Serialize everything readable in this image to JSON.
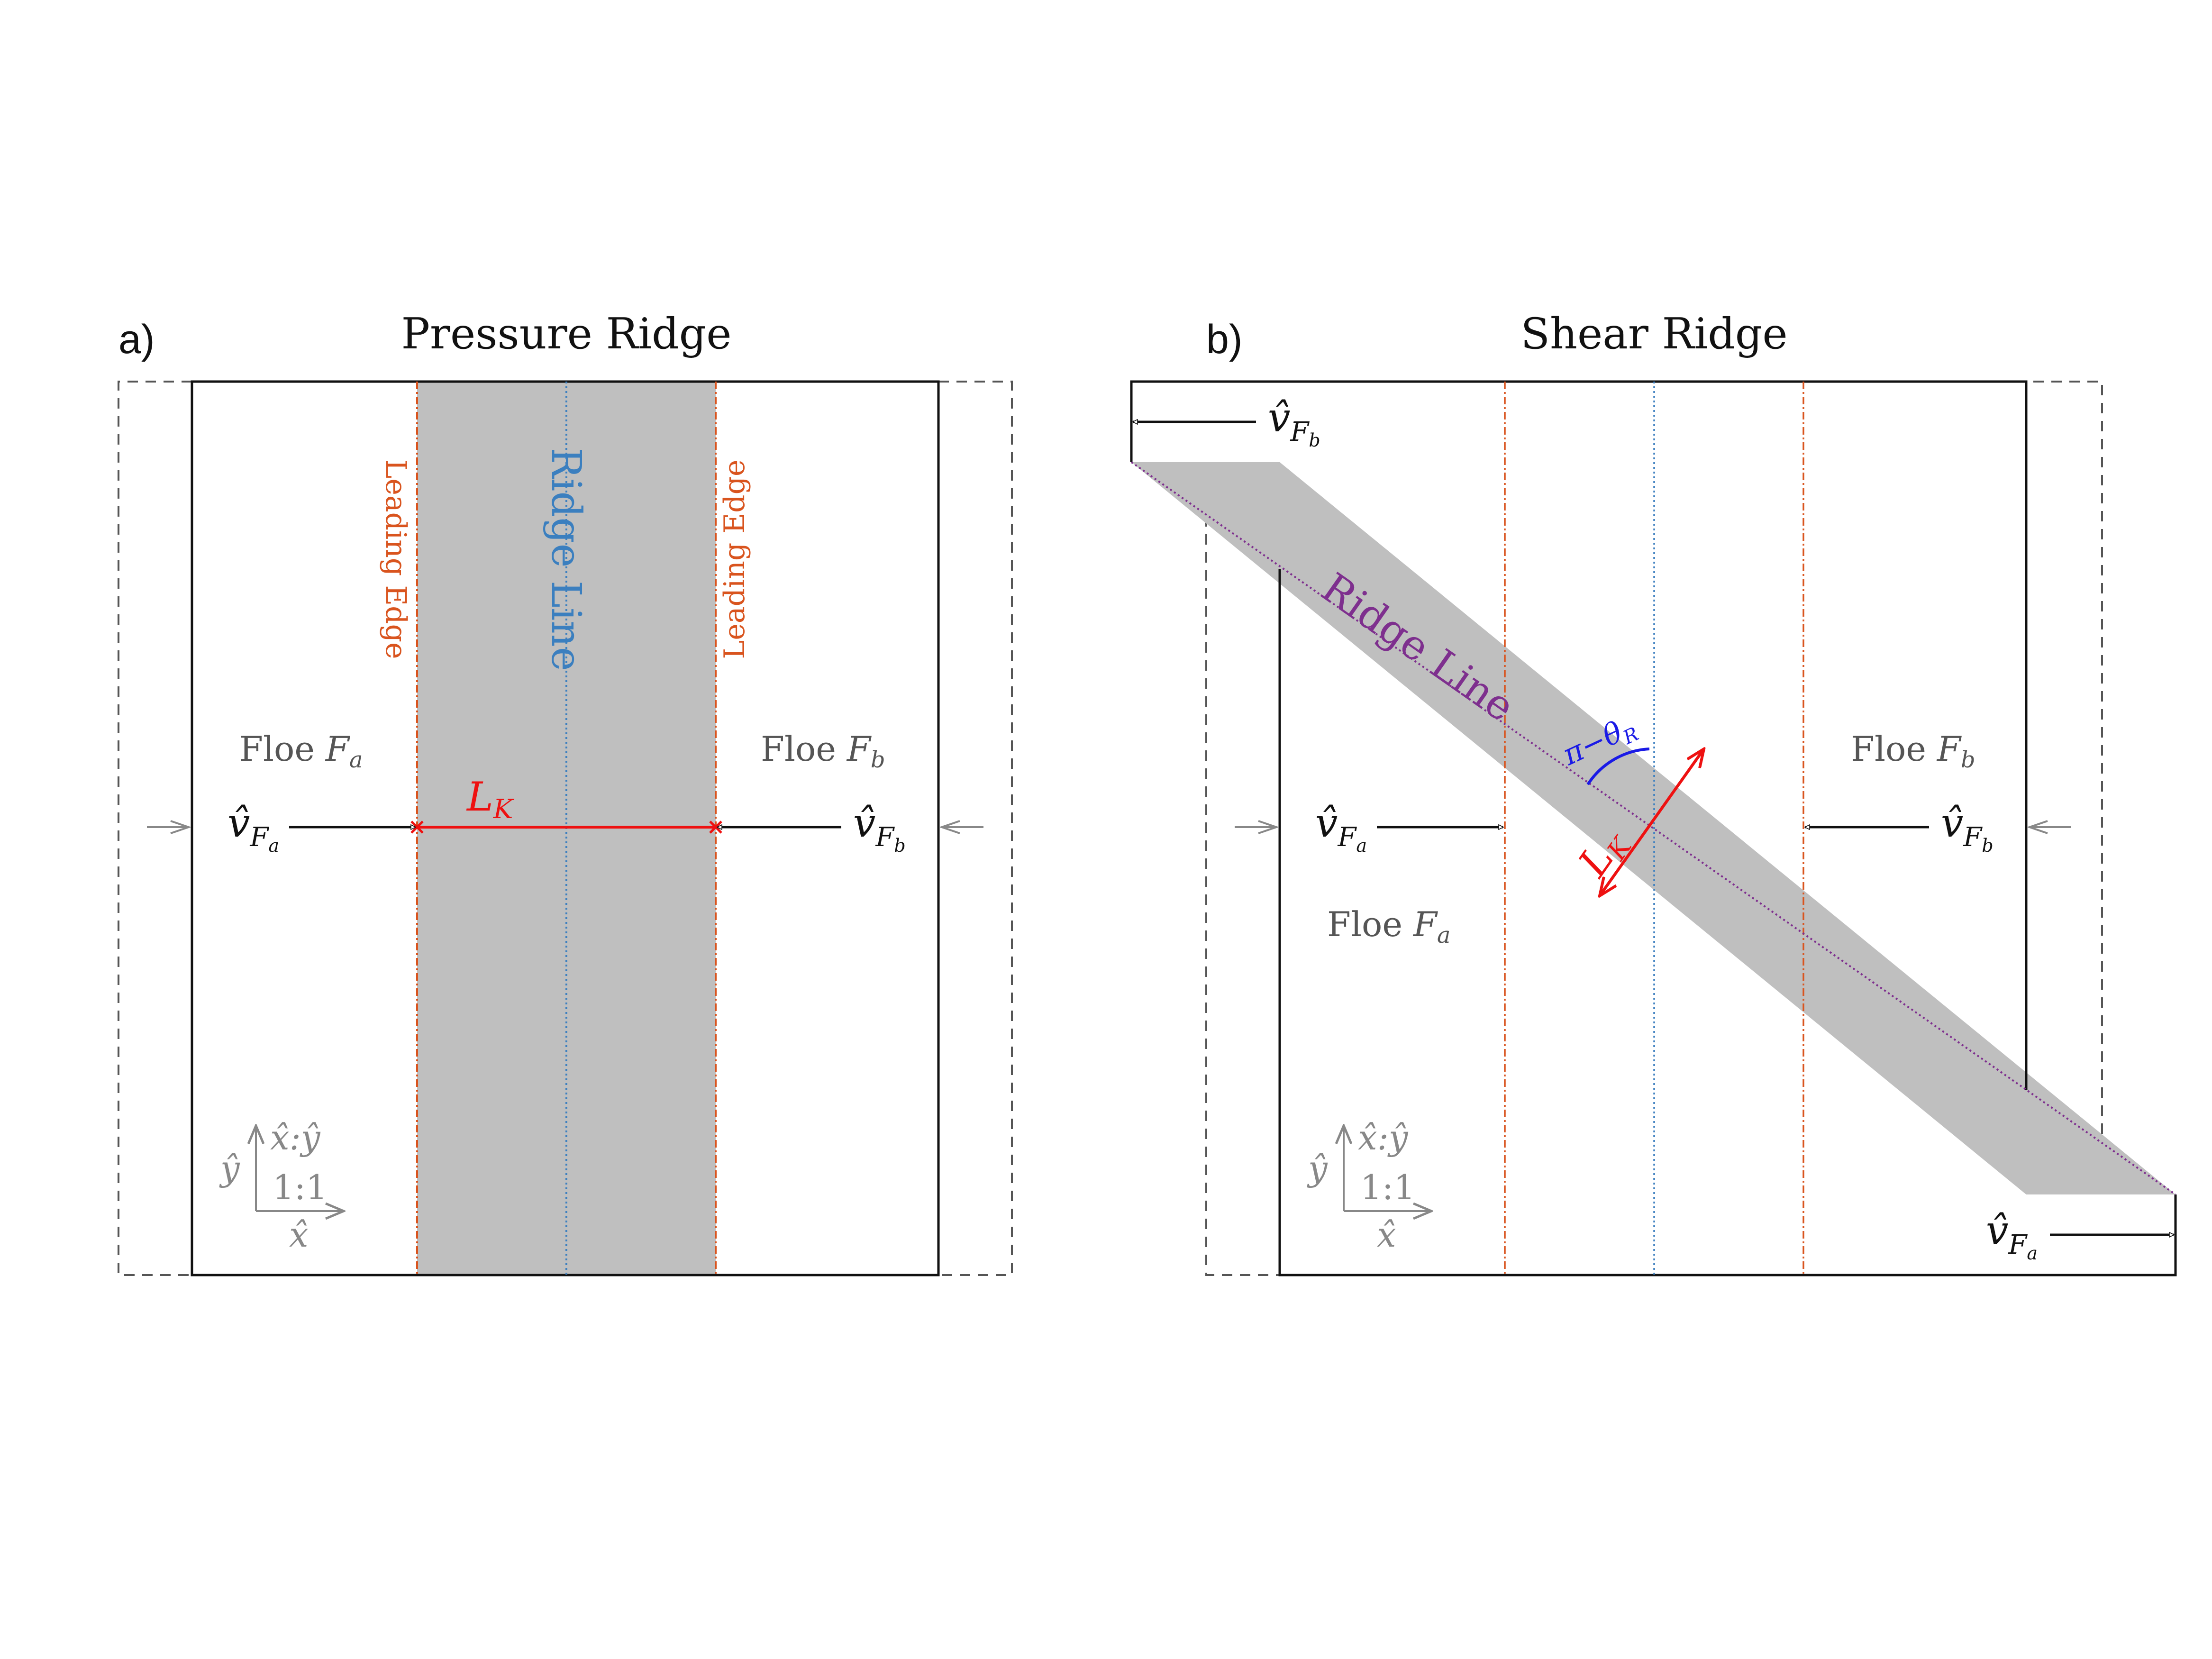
{
  "colors": {
    "outline": "#111111",
    "dashed": "#555555",
    "ridge_fill": "#bfbfbf",
    "leading_edge": "#d9541e",
    "ridge_line_a": "#3b7fbf",
    "ridge_line_b": "#7e2f8e",
    "length": "#ee1111",
    "angle": "#1a1ae6",
    "grey_text": "#555555",
    "axis_grey": "#888888"
  },
  "panel_a": {
    "tag": "a)",
    "title": "Pressure Ridge",
    "leading_edge_left": "Leading Edge",
    "leading_edge_right": "Leading Edge",
    "ridge_line": "Ridge Line",
    "floe_a": {
      "word": "Floe",
      "sym": "F",
      "sub": "a"
    },
    "floe_b": {
      "word": "Floe",
      "sym": "F",
      "sub": "b"
    },
    "length": {
      "sym": "L",
      "sub": "K"
    },
    "velocity_a": {
      "sym": "v̂",
      "sub": "F",
      "subsub": "a"
    },
    "velocity_b": {
      "sym": "v̂",
      "sub": "F",
      "subsub": "b"
    },
    "axes": {
      "ratio_top": "x̂:ŷ",
      "ratio": "1:1",
      "x": "x̂",
      "y": "ŷ"
    }
  },
  "panel_b": {
    "tag": "b)",
    "title": "Shear Ridge",
    "ridge_line": "Ridge Line",
    "floe_a": {
      "word": "Floe",
      "sym": "F",
      "sub": "a"
    },
    "floe_b": {
      "word": "Floe",
      "sym": "F",
      "sub": "b"
    },
    "length": {
      "sym": "L",
      "sub": "K"
    },
    "angle": {
      "pre": "π−θ",
      "sub": "R"
    },
    "velocity_a_mid": {
      "sym": "v̂",
      "sub": "F",
      "subsub": "a"
    },
    "velocity_b_mid": {
      "sym": "v̂",
      "sub": "F",
      "subsub": "b"
    },
    "velocity_b_top": {
      "sym": "v̂",
      "sub": "F",
      "subsub": "b"
    },
    "velocity_a_bottom": {
      "sym": "v̂",
      "sub": "F",
      "subsub": "a"
    },
    "axes": {
      "ratio_top": "x̂:ŷ",
      "ratio": "1:1",
      "x": "x̂",
      "y": "ŷ"
    }
  }
}
